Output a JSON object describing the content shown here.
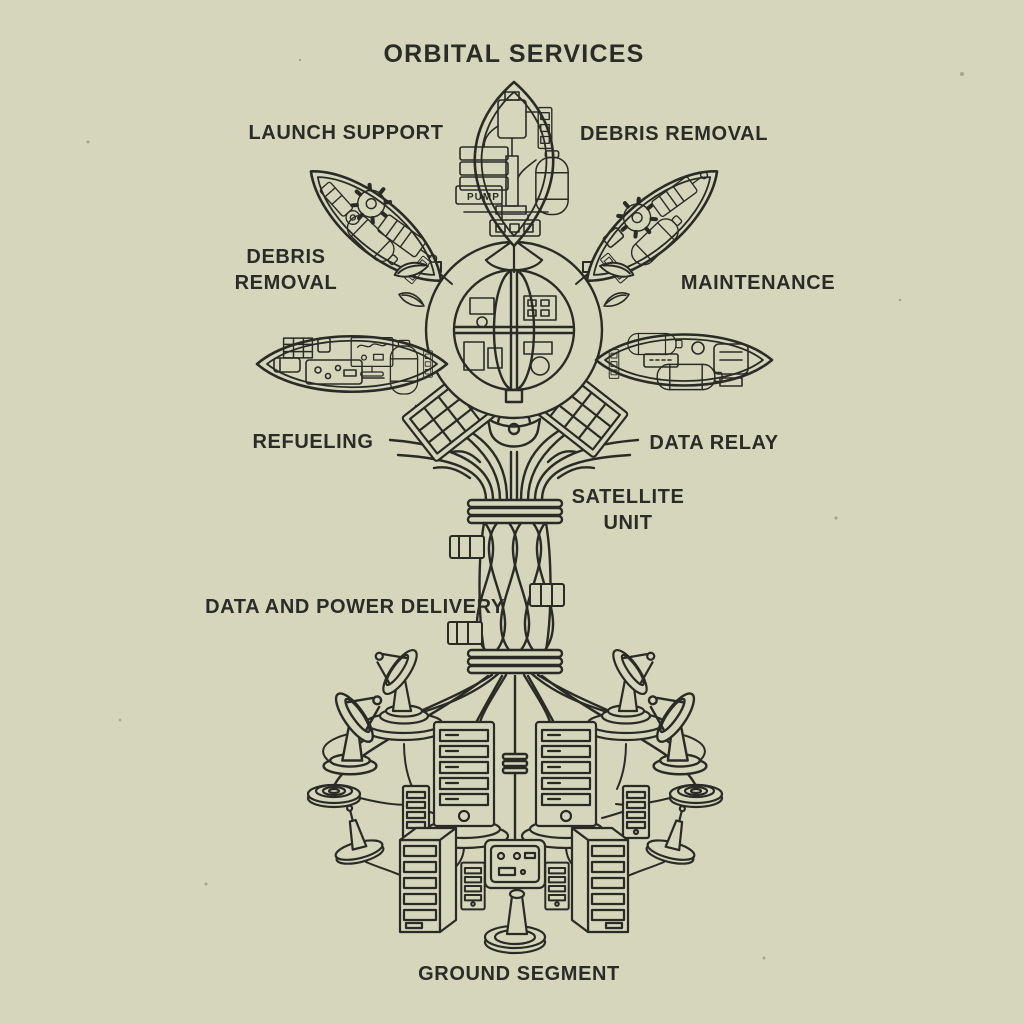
{
  "title": "ORBITAL SERVICES",
  "labels": {
    "launch_support": "LAUNCH SUPPORT",
    "debris_removal_upper": "DEBRIS REMOVAL",
    "debris_removal_left_line1": "DEBRIS",
    "debris_removal_left_line2": "REMOVAL",
    "maintenance": "MAINTENANCE",
    "refueling": "REFUELING",
    "data_relay": "DATA RELAY",
    "satellite_unit_line1": "SATELLITE",
    "satellite_unit_line2": "UNIT",
    "data_and_power_delivery": "DATA AND POWER DELIVERY",
    "ground_segment": "GROUND SEGMENT"
  },
  "micro_text": {
    "pump_label": "PUMP"
  },
  "colors": {
    "background": "#d5d6bc",
    "ink": "#2b2b26",
    "text": "#2c2c27"
  },
  "icons": [
    "satellite-core-icon",
    "dish-antenna-icon",
    "solar-panel-icon",
    "gear-icon",
    "fuel-tank-icon",
    "robot-arm-icon",
    "server-tower-icon",
    "server-rack-icon",
    "ground-pad-icon",
    "control-box-icon",
    "beacon-antenna-icon",
    "cable-braid-icon",
    "leaf-petal-icon",
    "sprig-icon"
  ]
}
